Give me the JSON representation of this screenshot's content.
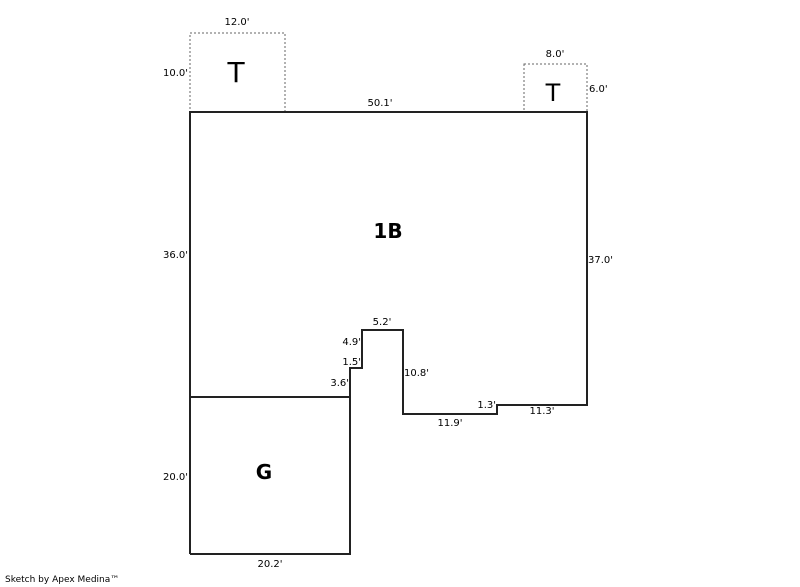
{
  "areas": {
    "main": "1B",
    "garage": "G",
    "terrace_left": "T",
    "terrace_right": "T"
  },
  "dimensions": {
    "top_left_terrace_width": "12.0'",
    "top_left_terrace_height": "10.0'",
    "top_right_terrace_width": "8.0'",
    "top_right_terrace_height": "6.0'",
    "main_top": "50.1'",
    "main_left": "36.0'",
    "main_right": "37.0'",
    "notch_top": "5.2'",
    "notch_left_upper": "4.9'",
    "notch_step": "1.5'",
    "notch_left_lower": "3.6'",
    "notch_right": "10.8'",
    "bottom_middle": "11.9'",
    "bottom_step": "1.3'",
    "bottom_right": "11.3'",
    "garage_left": "20.0'",
    "garage_bottom": "20.2'"
  },
  "credit": "Sketch by Apex Medina™"
}
